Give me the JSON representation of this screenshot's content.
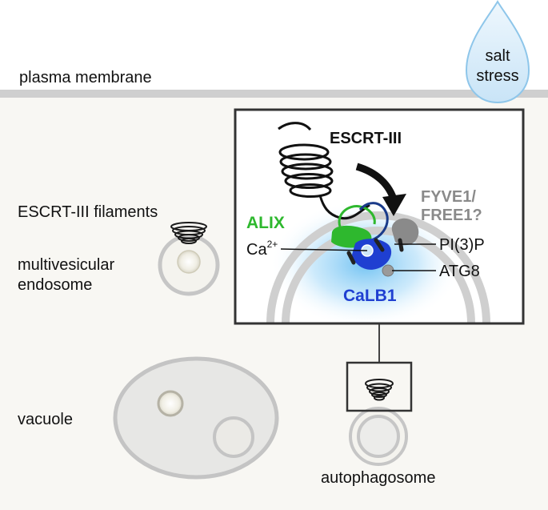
{
  "labels": {
    "plasma_membrane": "plasma membrane",
    "salt": "salt",
    "stress": "stress",
    "escrt_filaments": "ESCRT-III filaments",
    "mve_line1": "multivesicular",
    "mve_line2": "endosome",
    "vacuole": "vacuole",
    "autophagosome": "autophagosome",
    "escrt3": "ESCRT-III",
    "alix": "ALIX",
    "fyve_line1": "FYVE1/",
    "fyve_line2": "FREE1?",
    "ca": "Ca",
    "ca_sup": "2+",
    "pi3p": "PI(3)P",
    "atg8": "ATG8",
    "calb1": "CaLB1"
  },
  "colors": {
    "alix": "#2eb82e",
    "calb1": "#1f3fd1",
    "fyve": "#8a8a8a",
    "glow": "#5ab8f0",
    "membrane": "#c8c8c8",
    "cytoplasm": "#f7f6f2",
    "droplet": "#d8ecfa"
  }
}
